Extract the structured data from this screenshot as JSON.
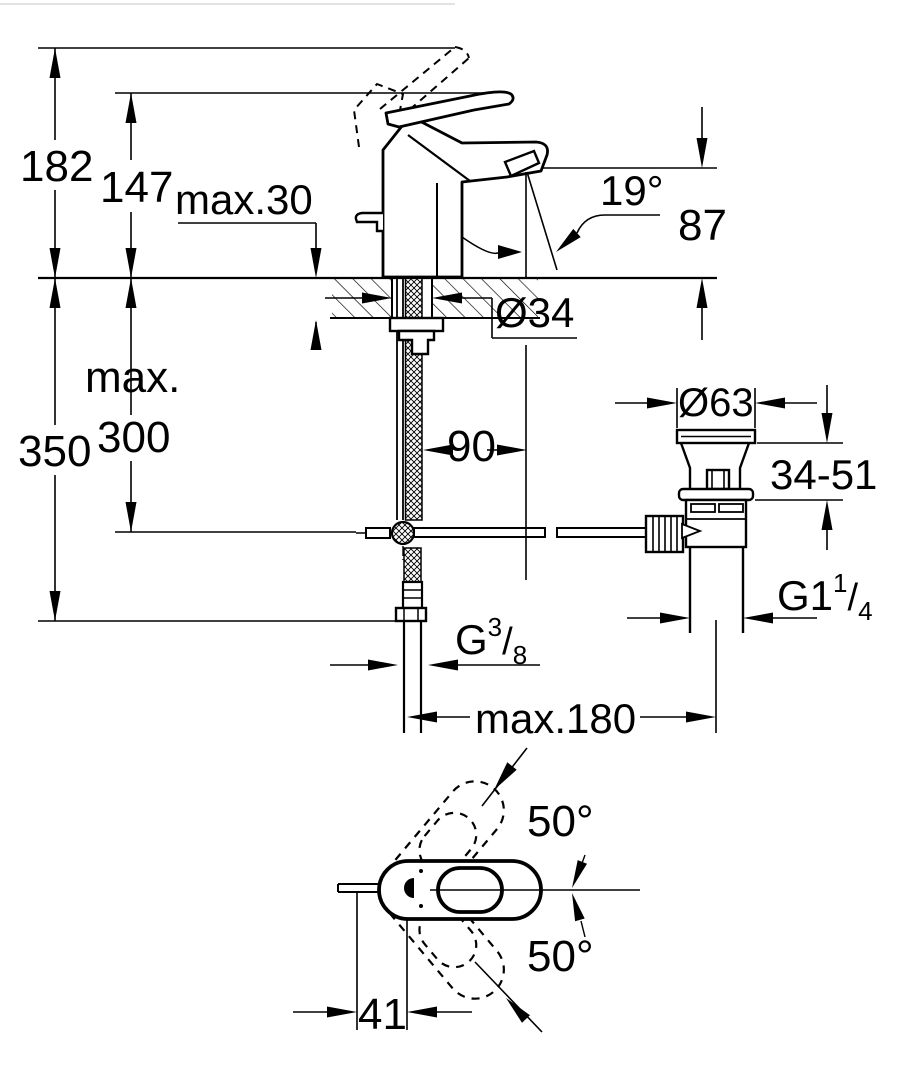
{
  "canvas": {
    "background": "#ffffff",
    "line_color": "#000000",
    "page_border_color": "#d8d8d8"
  },
  "labels": {
    "total_height": "182",
    "height_to_spout_base": "147",
    "max_deck_thickness": "max.30",
    "spray_angle": "19°",
    "spout_height": "87",
    "tap_hole_diameter": "Ø34",
    "max_prefix": "max.",
    "supply_hose_length": "350",
    "supply_hose_free_length": "300",
    "spout_projection": "90",
    "waste_flange_diameter": "Ø63",
    "waste_clamping_range": "34-51",
    "waste_thread": {
      "main": "G1",
      "sup": "1",
      "slash": "/",
      "sub": "4"
    },
    "supply_thread": {
      "main": "G",
      "sup": "3",
      "slash": "/",
      "sub": "8"
    },
    "pop_up_rod_reach": "max.180",
    "handle_swing_up": "50°",
    "handle_swing_down": "50°",
    "rod_to_handle_offset": "41"
  }
}
